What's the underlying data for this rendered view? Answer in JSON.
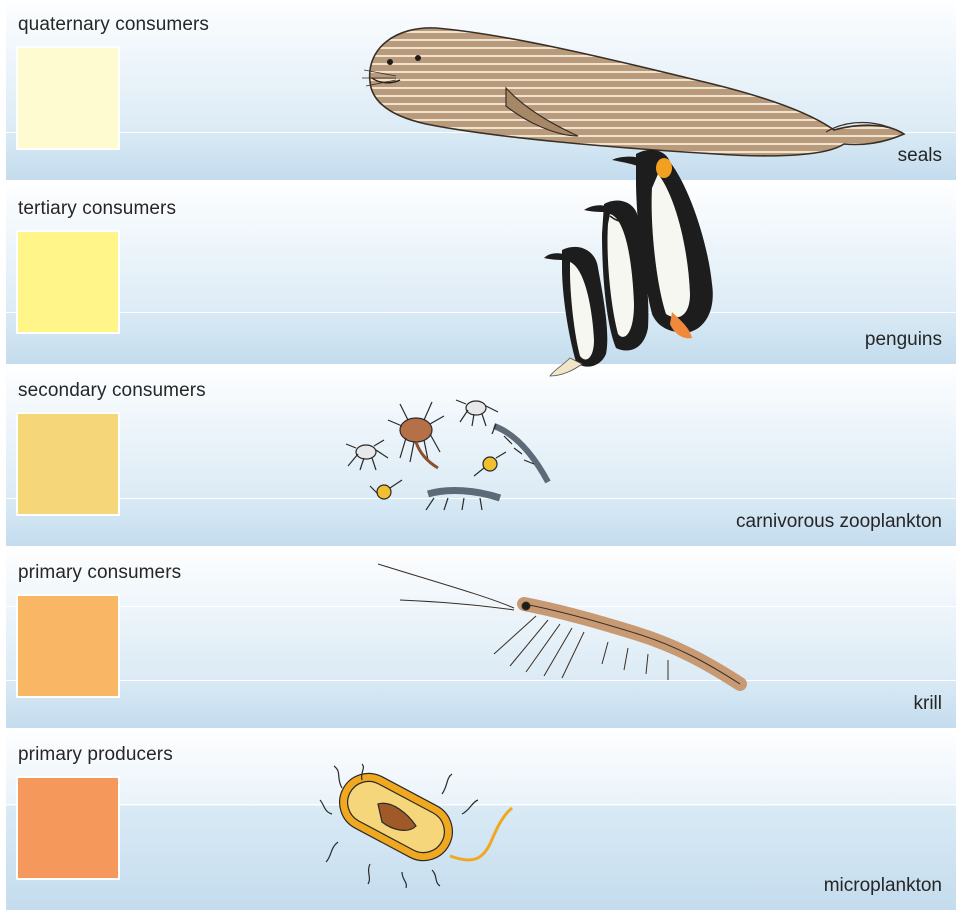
{
  "levels": [
    {
      "level": "quaternary consumers",
      "organism": "seals",
      "color": "#fffbd0",
      "icon": "seal-icon"
    },
    {
      "level": "tertiary consumers",
      "organism": "penguins",
      "color": "#fff588",
      "icon": "penguins-icon"
    },
    {
      "level": "secondary consumers",
      "organism": "carnivorous zooplankton",
      "color": "#f5d77a",
      "icon": "zooplankton-icon"
    },
    {
      "level": "primary consumers",
      "organism": "krill",
      "color": "#f9b766",
      "icon": "krill-icon"
    },
    {
      "level": "primary producers",
      "organism": "microplankton",
      "color": "#f4985c",
      "icon": "microplankton-icon"
    }
  ]
}
